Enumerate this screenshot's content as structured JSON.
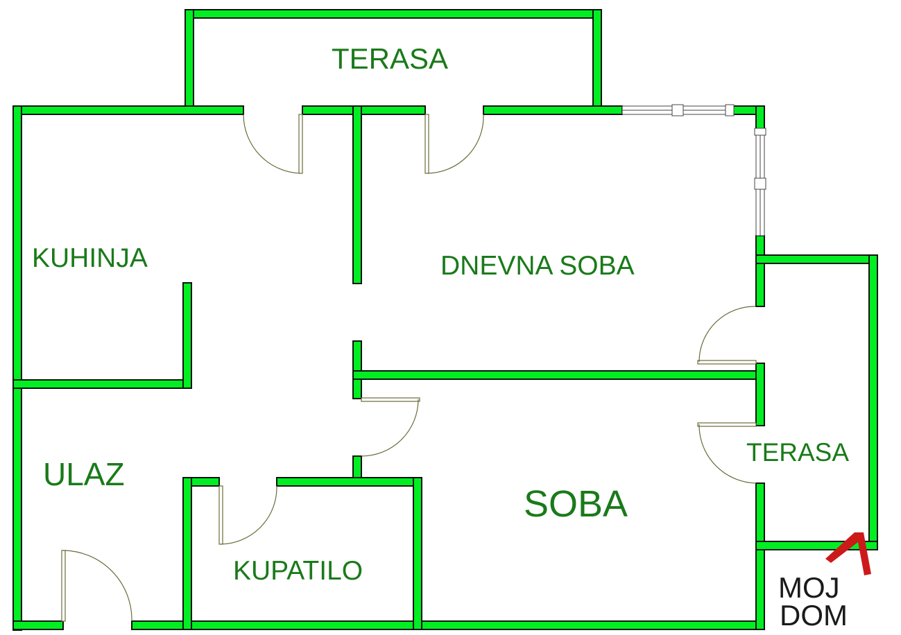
{
  "rooms": {
    "terasa_top": "TERASA",
    "kuhinja": "KUHINJA",
    "dnevna_soba": "DNEVNA SOBA",
    "ulaz": "ULAZ",
    "kupatilo": "KUPATILO",
    "soba": "SOBA",
    "terasa_right": "TERASA"
  },
  "logo": {
    "line1": "MOJ",
    "line2": "DOM"
  },
  "colors": {
    "wall": "#00ee22",
    "wall_outline": "#111111",
    "label": "#1a7a1a",
    "logo_roof": "#cc1a1a"
  }
}
